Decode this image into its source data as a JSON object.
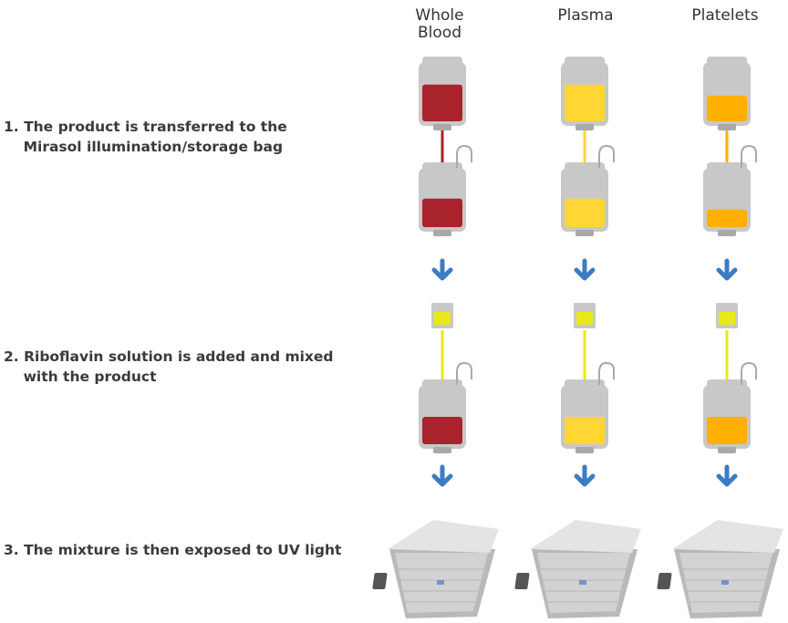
{
  "columns": [
    {
      "label": "Whole\nBlood",
      "fluid_color": "#a8232b",
      "fluid_light": "#c23a42"
    },
    {
      "label": "Plasma",
      "fluid_color": "#ffd633",
      "fluid_light": "#ffe066"
    },
    {
      "label": "Platelets",
      "fluid_color": "#ffb000",
      "fluid_light": "#ffc233"
    }
  ],
  "steps": [
    {
      "label": "1. The product is transferred to the\n    Mirasol illumination/storage bag"
    },
    {
      "label": "2. Riboflavin solution is added and mixed\n    with the product"
    },
    {
      "label": "3. The mixture is then exposed to UV light"
    }
  ],
  "colors": {
    "bag": "#c8c8c8",
    "bag_dark": "#a9a9a9",
    "riboflavin": "#e8e81a",
    "arrow": "#3b7cc4",
    "device": "#e4e4e4",
    "device_dark": "#b9b9b9"
  },
  "icons": {
    "arrow": "down-arrow-icon",
    "device": "uv-illuminator-icon"
  }
}
